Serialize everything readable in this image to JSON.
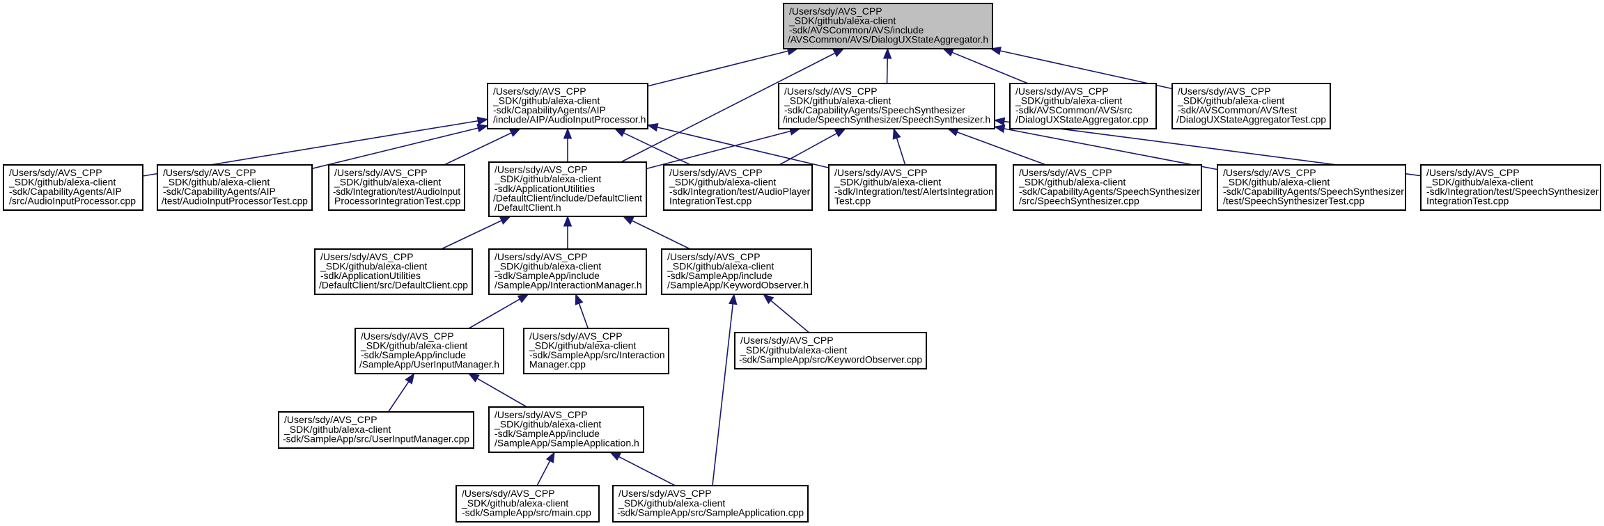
{
  "colors": {
    "edge": "#191970",
    "root_fill": "#bfbfbf",
    "node_fill": "#ffffff",
    "border": "#000000"
  },
  "nodes": [
    {
      "id": "root",
      "root": true,
      "lines": [
        "/Users/sdy/AVS_CPP",
        "_SDK/github/alexa-client",
        "-sdk/AVSCommon/AVS/include",
        "/AVSCommon/AVS/DialogUXStateAggregator.h"
      ]
    },
    {
      "id": "aip_h",
      "lines": [
        "/Users/sdy/AVS_CPP",
        "_SDK/github/alexa-client",
        "-sdk/CapabilityAgents/AIP",
        "/include/AIP/AudioInputProcessor.h"
      ]
    },
    {
      "id": "ss_h",
      "lines": [
        "/Users/sdy/AVS_CPP",
        "_SDK/github/alexa-client",
        "-sdk/CapabilityAgents/SpeechSynthesizer",
        "/include/SpeechSynthesizer/SpeechSynthesizer.h"
      ]
    },
    {
      "id": "dua_cpp",
      "lines": [
        "/Users/sdy/AVS_CPP",
        "_SDK/github/alexa-client",
        "-sdk/AVSCommon/AVS/src",
        "/DialogUXStateAggregator.cpp"
      ]
    },
    {
      "id": "dua_test",
      "lines": [
        "/Users/sdy/AVS_CPP",
        "_SDK/github/alexa-client",
        "-sdk/AVSCommon/AVS/test",
        "/DialogUXStateAggregatorTest.cpp"
      ]
    },
    {
      "id": "aip_cpp",
      "lines": [
        "/Users/sdy/AVS_CPP",
        "_SDK/github/alexa-client",
        "-sdk/CapabilityAgents/AIP",
        "/src/AudioInputProcessor.cpp"
      ]
    },
    {
      "id": "aip_test",
      "lines": [
        "/Users/sdy/AVS_CPP",
        "_SDK/github/alexa-client",
        "-sdk/CapabilityAgents/AIP",
        "/test/AudioInputProcessorTest.cpp"
      ]
    },
    {
      "id": "aip_int",
      "lines": [
        "/Users/sdy/AVS_CPP",
        "_SDK/github/alexa-client",
        "-sdk/Integration/test/AudioInput",
        "ProcessorIntegrationTest.cpp"
      ]
    },
    {
      "id": "dc_h",
      "lines": [
        "/Users/sdy/AVS_CPP",
        "_SDK/github/alexa-client",
        "-sdk/ApplicationUtilities",
        "/DefaultClient/include/DefaultClient",
        "/DefaultClient.h"
      ]
    },
    {
      "id": "ap_int",
      "lines": [
        "/Users/sdy/AVS_CPP",
        "_SDK/github/alexa-client",
        "-sdk/Integration/test/AudioPlayer",
        "IntegrationTest.cpp"
      ]
    },
    {
      "id": "al_int",
      "lines": [
        "/Users/sdy/AVS_CPP",
        "_SDK/github/alexa-client",
        "-sdk/Integration/test/AlertsIntegration",
        "Test.cpp"
      ]
    },
    {
      "id": "ss_cpp",
      "lines": [
        "/Users/sdy/AVS_CPP",
        "_SDK/github/alexa-client",
        "-sdk/CapabilityAgents/SpeechSynthesizer",
        "/src/SpeechSynthesizer.cpp"
      ]
    },
    {
      "id": "ss_test",
      "lines": [
        "/Users/sdy/AVS_CPP",
        "_SDK/github/alexa-client",
        "-sdk/CapabilityAgents/SpeechSynthesizer",
        "/test/SpeechSynthesizerTest.cpp"
      ]
    },
    {
      "id": "ss_int",
      "lines": [
        "/Users/sdy/AVS_CPP",
        "_SDK/github/alexa-client",
        "-sdk/Integration/test/SpeechSynthesizer",
        "IntegrationTest.cpp"
      ]
    },
    {
      "id": "dc_cpp",
      "lines": [
        "/Users/sdy/AVS_CPP",
        "_SDK/github/alexa-client",
        "-sdk/ApplicationUtilities",
        "/DefaultClient/src/DefaultClient.cpp"
      ]
    },
    {
      "id": "im_h",
      "lines": [
        "/Users/sdy/AVS_CPP",
        "_SDK/github/alexa-client",
        "-sdk/SampleApp/include",
        "/SampleApp/InteractionManager.h"
      ]
    },
    {
      "id": "ko_h",
      "lines": [
        "/Users/sdy/AVS_CPP",
        "_SDK/github/alexa-client",
        "-sdk/SampleApp/include",
        "/SampleApp/KeywordObserver.h"
      ]
    },
    {
      "id": "uim_h",
      "lines": [
        "/Users/sdy/AVS_CPP",
        "_SDK/github/alexa-client",
        "-sdk/SampleApp/include",
        "/SampleApp/UserInputManager.h"
      ]
    },
    {
      "id": "im_cpp",
      "lines": [
        "/Users/sdy/AVS_CPP",
        "_SDK/github/alexa-client",
        "-sdk/SampleApp/src/Interaction",
        "Manager.cpp"
      ]
    },
    {
      "id": "ko_cpp",
      "lines": [
        "/Users/sdy/AVS_CPP",
        "_SDK/github/alexa-client",
        "-sdk/SampleApp/src/KeywordObserver.cpp"
      ]
    },
    {
      "id": "uim_cpp",
      "lines": [
        "/Users/sdy/AVS_CPP",
        "_SDK/github/alexa-client",
        "-sdk/SampleApp/src/UserInputManager.cpp"
      ]
    },
    {
      "id": "sa_h",
      "lines": [
        "/Users/sdy/AVS_CPP",
        "_SDK/github/alexa-client",
        "-sdk/SampleApp/include",
        "/SampleApp/SampleApplication.h"
      ]
    },
    {
      "id": "main_cpp",
      "lines": [
        "/Users/sdy/AVS_CPP",
        "_SDK/github/alexa-client",
        "-sdk/SampleApp/src/main.cpp"
      ]
    },
    {
      "id": "sa_cpp",
      "lines": [
        "/Users/sdy/AVS_CPP",
        "_SDK/github/alexa-client",
        "-sdk/SampleApp/src/SampleApplication.cpp"
      ]
    }
  ],
  "edges": [
    {
      "from": "aip_h",
      "to": "root"
    },
    {
      "from": "dc_h",
      "to": "root"
    },
    {
      "from": "ss_h",
      "to": "root"
    },
    {
      "from": "dua_cpp",
      "to": "root"
    },
    {
      "from": "dua_test",
      "to": "root"
    },
    {
      "from": "aip_cpp",
      "to": "aip_h"
    },
    {
      "from": "aip_test",
      "to": "aip_h"
    },
    {
      "from": "aip_int",
      "to": "aip_h"
    },
    {
      "from": "dc_h",
      "to": "aip_h"
    },
    {
      "from": "ap_int",
      "to": "aip_h"
    },
    {
      "from": "al_int",
      "to": "aip_h"
    },
    {
      "from": "dc_h",
      "to": "ss_h"
    },
    {
      "from": "ap_int",
      "to": "ss_h"
    },
    {
      "from": "al_int",
      "to": "ss_h"
    },
    {
      "from": "ss_cpp",
      "to": "ss_h"
    },
    {
      "from": "ss_test",
      "to": "ss_h"
    },
    {
      "from": "ss_int",
      "to": "ss_h"
    },
    {
      "from": "dc_cpp",
      "to": "dc_h"
    },
    {
      "from": "im_h",
      "to": "dc_h"
    },
    {
      "from": "ko_h",
      "to": "dc_h"
    },
    {
      "from": "uim_h",
      "to": "im_h"
    },
    {
      "from": "im_cpp",
      "to": "im_h"
    },
    {
      "from": "ko_cpp",
      "to": "ko_h"
    },
    {
      "from": "sa_cpp",
      "to": "ko_h"
    },
    {
      "from": "uim_cpp",
      "to": "uim_h"
    },
    {
      "from": "sa_h",
      "to": "uim_h"
    },
    {
      "from": "main_cpp",
      "to": "sa_h"
    },
    {
      "from": "sa_cpp",
      "to": "sa_h"
    }
  ]
}
